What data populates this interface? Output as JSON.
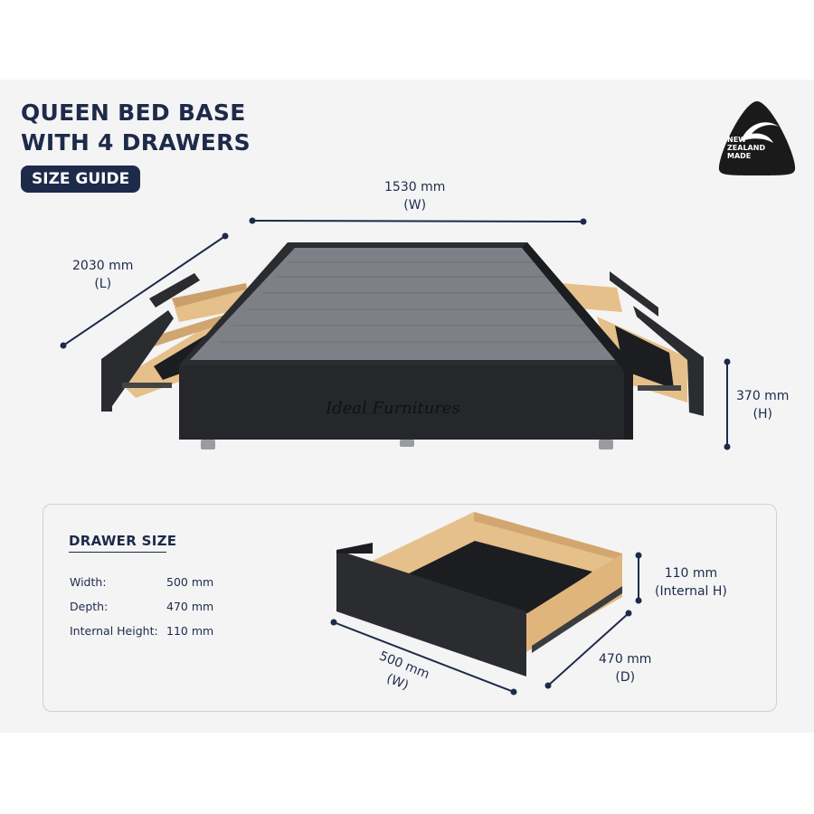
{
  "title": {
    "line1": "QUEEN BED BASE",
    "line2": "WITH 4 DRAWERS"
  },
  "badge": {
    "label": "SIZE GUIDE"
  },
  "logo": {
    "line1": "NEW",
    "line2": "ZEALAND",
    "line3": "MADE"
  },
  "brand_text": "Ideal Furnitures",
  "bed": {
    "width": {
      "value": "1530 mm",
      "unit": "(W)"
    },
    "length": {
      "value": "2030 mm",
      "unit": "(L)"
    },
    "height": {
      "value": "370 mm",
      "unit": "(H)"
    }
  },
  "drawer": {
    "heading": "DRAWER SIZE",
    "specs": [
      {
        "label": "Width:",
        "value": "500 mm"
      },
      {
        "label": "Depth:",
        "value": "470 mm"
      },
      {
        "label": "Internal Height:",
        "value": "110 mm"
      }
    ],
    "dim_width": {
      "value": "500 mm",
      "unit": "(W)"
    },
    "dim_depth": {
      "value": "470 mm",
      "unit": "(D)"
    },
    "dim_height": {
      "value": "110 mm",
      "unit": "(Internal H)"
    }
  },
  "colors": {
    "navy": "#1e2a4a",
    "fabric": "#25272b",
    "wood": "#e6c08a",
    "panel": "#f4f4f5"
  }
}
